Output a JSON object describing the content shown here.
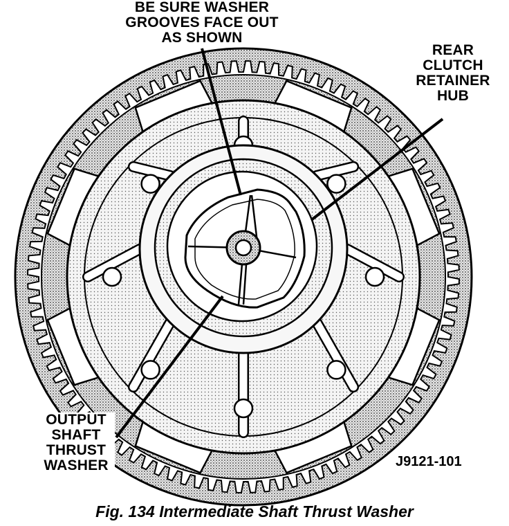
{
  "callouts": {
    "washer_grooves": {
      "line1": "BE SURE WASHER",
      "line2": "GROOVES FACE OUT",
      "line3": "AS SHOWN"
    },
    "rear_clutch": {
      "line1": "REAR",
      "line2": "CLUTCH",
      "line3": "RETAINER",
      "line4": "HUB"
    },
    "output_shaft": {
      "line1": "OUTPUT",
      "line2": "SHAFT",
      "line3": "THRUST",
      "line4": "WASHER"
    }
  },
  "figure_code": "J9121-101",
  "caption": "Fig. 134 Intermediate Shaft Thrust Washer",
  "colors": {
    "ink": "#000000",
    "paper": "#ffffff",
    "shade": "#8c8c8c"
  }
}
